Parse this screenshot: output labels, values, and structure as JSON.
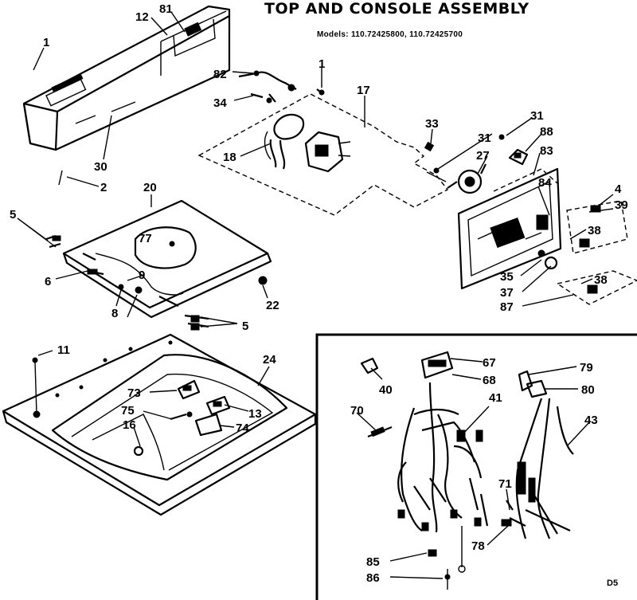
{
  "title": "TOP AND CONSOLE ASSEMBLY",
  "models": "Models: 110.72425800, 110.72425700",
  "page_code": "D5",
  "labels": {
    "l1a": "1",
    "l12": "12",
    "l81": "81",
    "l82": "82",
    "l1b": "1",
    "l17": "17",
    "l34": "34",
    "l33": "33",
    "l31a": "31",
    "l88": "88",
    "l31b": "31",
    "l27": "27",
    "l83": "83",
    "l18": "18",
    "l30": "30",
    "l2": "2",
    "l84": "84",
    "l4": "4",
    "l39": "39",
    "l38a": "38",
    "l35": "35",
    "l37": "37",
    "l87": "87",
    "l38b": "38",
    "l20": "20",
    "l5a": "5",
    "l77": "77",
    "l6": "6",
    "l9": "9",
    "l8": "8",
    "l22": "22",
    "l5b": "5",
    "l11": "11",
    "l24": "24",
    "l73": "73",
    "l75": "75",
    "l13": "13",
    "l16": "16",
    "l74": "74",
    "l67": "67",
    "l79": "79",
    "l40": "40",
    "l68": "68",
    "l80": "80",
    "l70": "70",
    "l41": "41",
    "l43": "43",
    "l71": "71",
    "l78": "78",
    "l85": "85",
    "l86": "86"
  }
}
